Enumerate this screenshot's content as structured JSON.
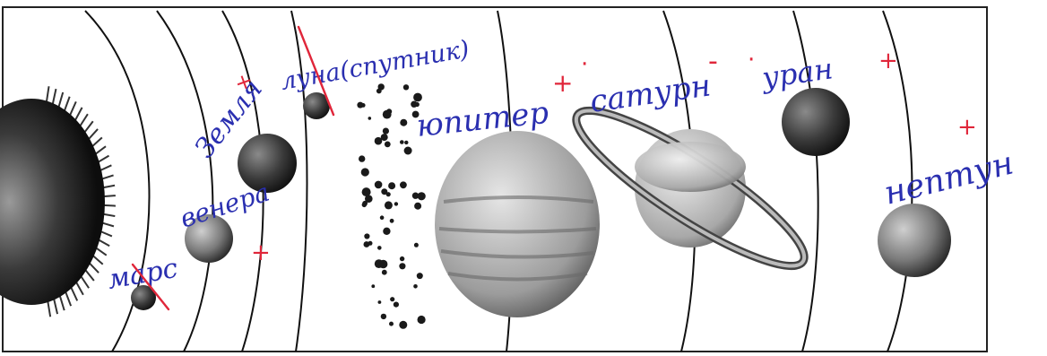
{
  "colors": {
    "handwriting": "#2a2fb0",
    "correction": "#e0263a",
    "ink": "#111111"
  },
  "labels": {
    "earth": "Земля",
    "moon": "луна(спутник)",
    "jupiter": "юпитер",
    "saturn": "сатурн",
    "uranus": "уран",
    "venus": "венера",
    "mars": "марс",
    "neptune": "нептун"
  },
  "marks": {
    "plus": "+",
    "minus": "-",
    "dot": "·"
  }
}
